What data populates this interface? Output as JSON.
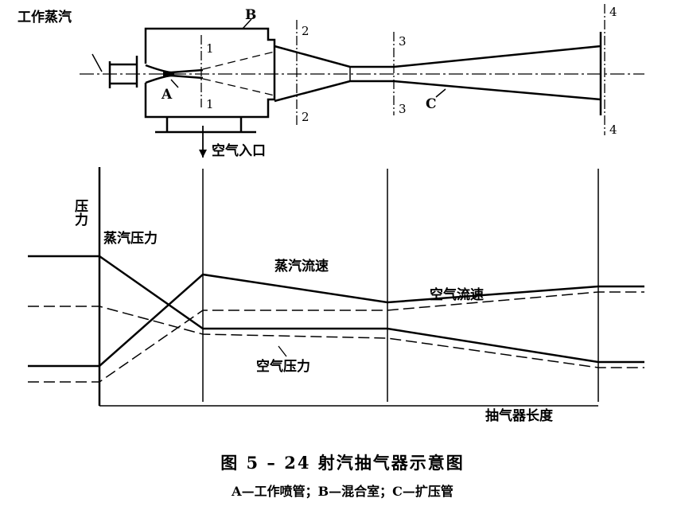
{
  "labels": {
    "working_steam": "工作蒸汽",
    "A": "A",
    "B": "B",
    "C": "C",
    "section_1": "1",
    "section_2": "2",
    "section_3": "3",
    "section_4": "4",
    "air_inlet": "空气入口",
    "pressure_axis": "压力",
    "length_axis": "抽气器长度",
    "steam_pressure": "蒸汽压力",
    "steam_velocity": "蒸汽流速",
    "air_velocity": "空气流速",
    "air_pressure": "空气压力"
  },
  "caption": {
    "title": "图 5 – 24    射汽抽气器示意图",
    "legend": "A—工作喷管；B—混合室；C—扩压管"
  }
}
